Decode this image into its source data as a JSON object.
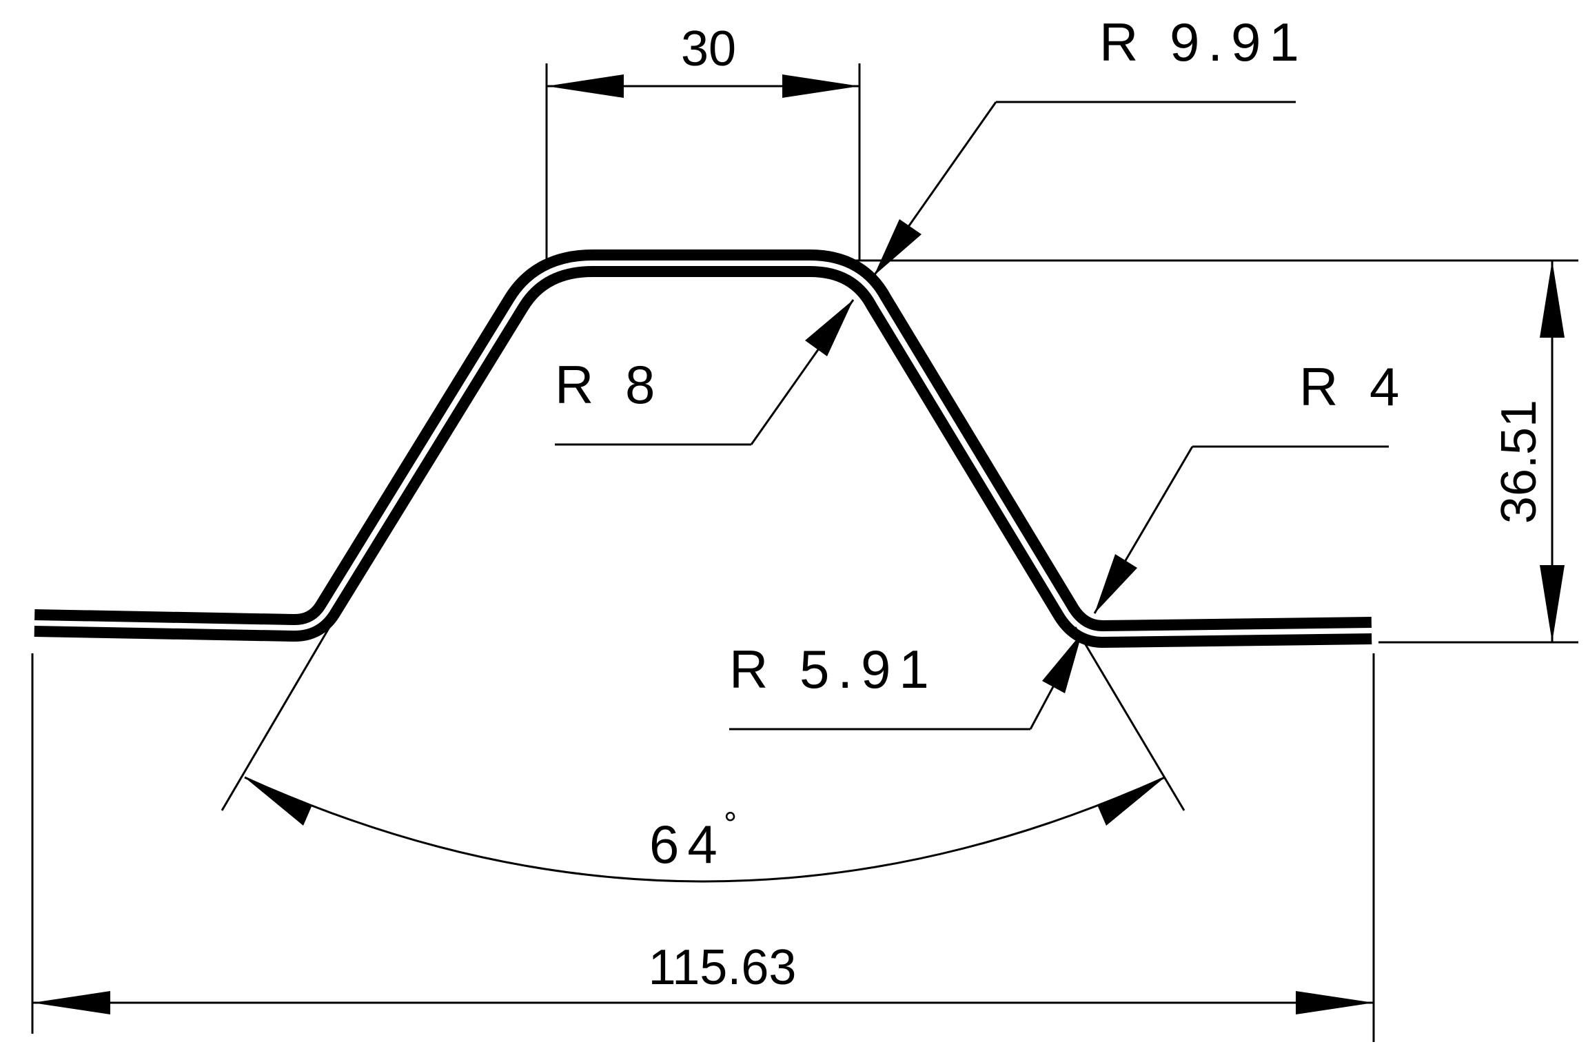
{
  "drawing": {
    "dimensions": {
      "top_width": "30",
      "radius_outer_top": "R 9.91",
      "radius_inner_top": "R 8",
      "radius_outer_bottom": "R 4",
      "radius_inner_bottom": "R 5.91",
      "height": "36.51",
      "angle": "64",
      "angle_unit": "°",
      "overall_width": "115.63"
    },
    "colors": {
      "line": "#000000",
      "background": "#ffffff"
    }
  }
}
